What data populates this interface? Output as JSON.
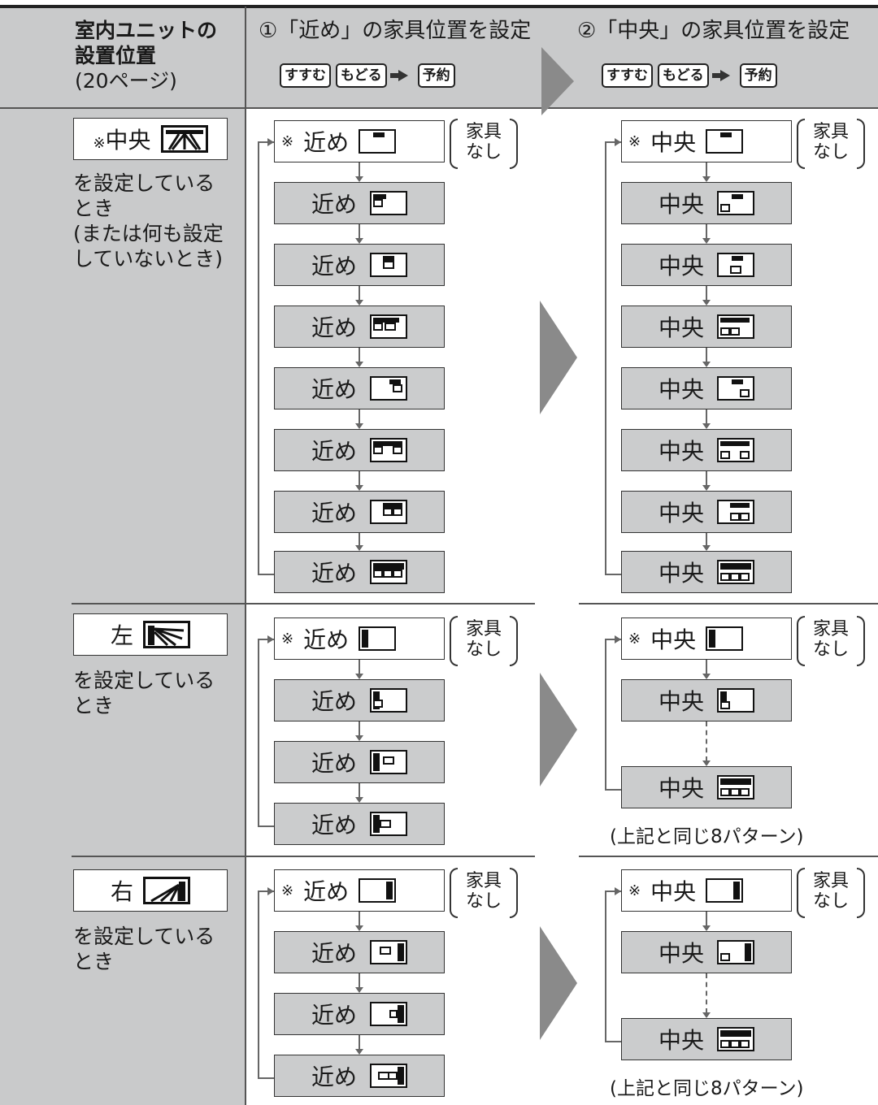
{
  "header": {
    "left_title_lines": [
      "室内ユニットの",
      "設置位置"
    ],
    "left_ref": "(20ページ)",
    "step1": "①「近め」の家具位置を設定",
    "step2": "②「中央」の家具位置を設定",
    "keys": [
      "すすむ",
      "もどる",
      "予約"
    ]
  },
  "rows": [
    {
      "selection_prefix": "※",
      "selection_label": "中央",
      "selection_icon": "ceiling-unit-center-icon",
      "description_lines": [
        "を設定している",
        "とき",
        "(または何も設定",
        "していないとき)"
      ]
    },
    {
      "selection_prefix": "",
      "selection_label": "左",
      "selection_icon": "ceiling-unit-left-icon",
      "description_lines": [
        "を設定している",
        "とき"
      ]
    },
    {
      "selection_prefix": "",
      "selection_label": "右",
      "selection_icon": "ceiling-unit-right-icon",
      "description_lines": [
        "を設定している",
        "とき"
      ]
    }
  ],
  "labels": {
    "star": "※",
    "near": "近め",
    "center": "中央",
    "no_furniture_lines": [
      "家具",
      "なし"
    ],
    "same_pattern_note": "(上記と同じ8パターン)"
  }
}
